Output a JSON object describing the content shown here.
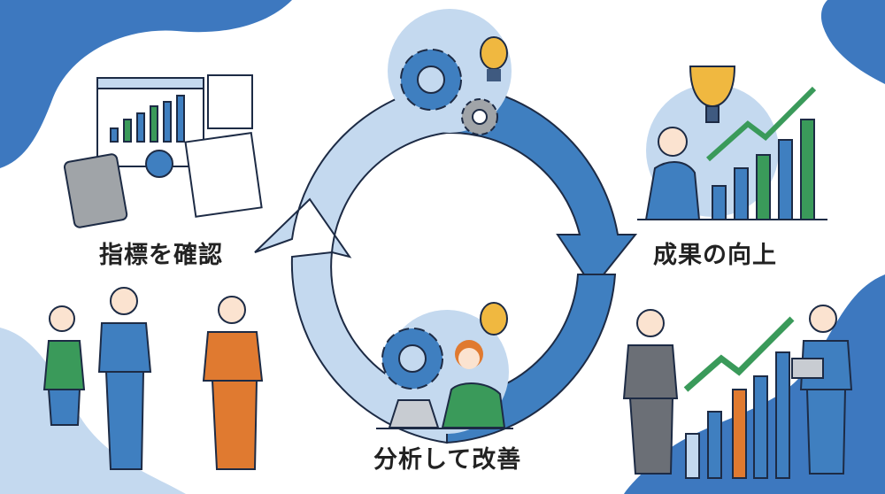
{
  "steps": [
    {
      "label": "指標を確認"
    },
    {
      "label": "成果の向上"
    },
    {
      "label": "分析して改善"
    }
  ],
  "colors": {
    "ring_dark": "#3f7fc0",
    "ring_light": "#c4d9ef",
    "blob": "#3d78bf",
    "bar_blue": "#3f7fc0",
    "bar_green": "#3a9a5a",
    "bar_orange": "#e07a30",
    "bulb": "#f0b840",
    "gear_gray": "#a0a4a8"
  }
}
